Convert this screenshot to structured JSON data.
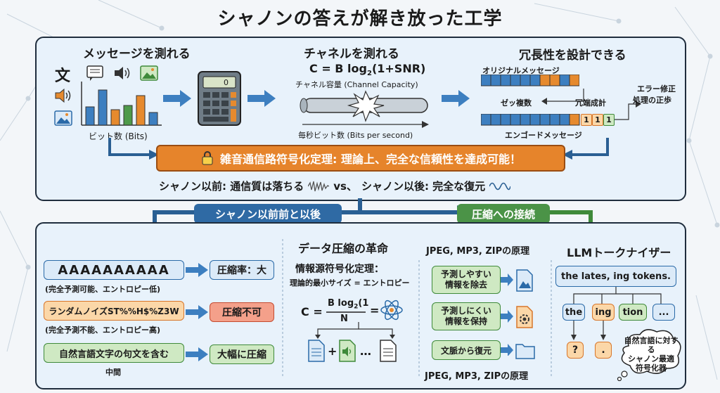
{
  "title": "シャノンの答えが解き放った工学",
  "top": {
    "col1": {
      "heading": "メッセージを測れる",
      "char": "文",
      "bits_label": "ビット数 (Bits)",
      "calc_display": "0"
    },
    "col2": {
      "heading": "チャネルを測れる",
      "formula_pre": "C = B log",
      "formula_sub": "2",
      "formula_post": "(1+SNR)",
      "capacity": "チャネル容量 (Channel Capacity)",
      "bps": "毎秒ビット数 (Bits per second)"
    },
    "col3": {
      "heading": "冗長性を設計できる",
      "original": "オリジナルメッセージ",
      "copies": "ゼッ複数",
      "redundant": "冗端成計",
      "encoded": "エンゴードメッセージ",
      "bits": [
        "1",
        "1",
        "1"
      ],
      "error_corr": "エラー修正",
      "error_corr2": "処理の正歩"
    },
    "theorem": "雑音通信路符号化定理: 理論上、完全な信頼性を達成可能！",
    "compare_before": "シャノン以前: 通信質は落ちる",
    "compare_vs": "vs、",
    "compare_after": "シャノン以後: 完全な復元"
  },
  "middle": {
    "before_after": "シャノン以前前と以後",
    "compression": "圧縮への接続"
  },
  "bottom": {
    "rows": [
      {
        "text": "AAAAAAAAAA",
        "note": "(完全予測可能、エントロピー低)",
        "result": "圧縮率：大"
      },
      {
        "text": "ランダムノイズST%%H$%Z3W",
        "note": "(完全予測不能、エントロピー高)",
        "result": "圧縮不可"
      },
      {
        "text": "自然言語文字の句文を含む",
        "note": "中間",
        "result": "大幅に圧縮"
      }
    ],
    "revolution": {
      "heading": "データ圧縮の革命",
      "theorem": "情報源符号化定理：",
      "sub": "理論的最小サイズ = エントロピー",
      "c": "C =",
      "num_pre": "B log",
      "num_sub": "2",
      "num_post": "(1",
      "den": "N",
      "eq": "=",
      "plus": "+",
      "dots": "…"
    },
    "jpeg": {
      "heading": "JPEG, MP3, ZIPの原理",
      "steps": [
        "予測しやすい\n情報を除去",
        "予測しにくい\n情報を保持",
        "文脈から復元"
      ],
      "footer": "JPEG, MP3, ZIPの原理"
    },
    "llm": {
      "heading": "LLMトークナイザー",
      "input": "the lates, ing tokens.",
      "tokens": [
        "the",
        "ing",
        "tion",
        "..."
      ],
      "outputs": [
        "?",
        "."
      ],
      "cloud": "自然言語に対する\nシャノン最適\n符号化器"
    }
  },
  "colors": {
    "blue": "#3d7fc0",
    "orange": "#e68a2e",
    "green": "#4e9a4a",
    "dark_blue": "#2a5f93"
  }
}
